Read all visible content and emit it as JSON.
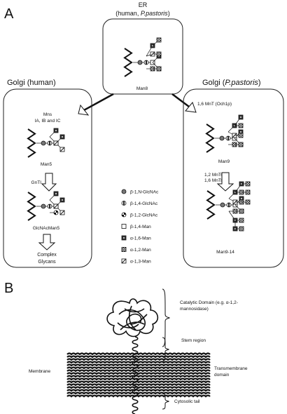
{
  "panel_a": {
    "letter": "A",
    "er": {
      "title_line1": "ER",
      "title_line2_prefix": "(human, ",
      "title_line2_species": "P.pastoris",
      "title_line2_suffix": ")",
      "structure": "Man8"
    },
    "golgi_human": {
      "title": "Golgi (human)",
      "enzyme_top_line1": "Mns",
      "enzyme_top_line2": "IA, IB and IC",
      "structure1": "Man5",
      "enzyme_mid": "GnTI",
      "structure2": "GlcNAcMan5",
      "product_line1": "Complex",
      "product_line2": "Glycans"
    },
    "golgi_pastoris": {
      "title_prefix": "Golgi (",
      "title_species": "P.pastoris",
      "title_suffix": ")",
      "enzyme_top": "1,6 MnT (Och1p)",
      "structure1": "Man9",
      "enzyme_mid_line1": "1,2 MnTs",
      "enzyme_mid_line2": "1,6 MnTs",
      "structure2": "Man9-14"
    },
    "legend": [
      {
        "symbol": "circle-grey",
        "label": "β-1,N-GlcNAc"
      },
      {
        "symbol": "circle-half",
        "label": "β-1,4-GlcNAc"
      },
      {
        "symbol": "circle-quarter",
        "label": "β-1,2-GlcNAc"
      },
      {
        "symbol": "square-white",
        "label": "β-1,4-Man"
      },
      {
        "symbol": "square-dark",
        "label": "α-1,6-Man"
      },
      {
        "symbol": "square-hatch",
        "label": "α-1,2-Man"
      },
      {
        "symbol": "square-diag",
        "label": "α-1,3-Man"
      }
    ]
  },
  "panel_b": {
    "letter": "B",
    "catalytic_line1": "Catalytic Domain (e.g. α-1,2-",
    "catalytic_line2": "mannosidase)",
    "stem": "Stem region",
    "membrane": "Membrane",
    "transmembrane_line1": "Transmembrane",
    "transmembrane_line2": "domain",
    "cytosolic": "Cytosolic tail"
  }
}
